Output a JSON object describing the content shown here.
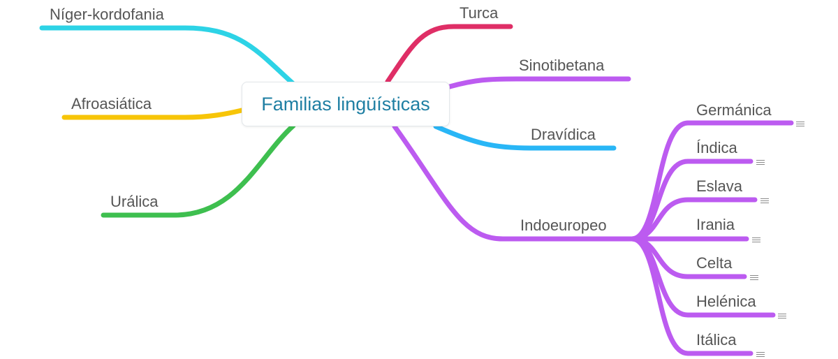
{
  "root": {
    "label": "Familias lingüísticas",
    "color": "#1f7fa3"
  },
  "branches": [
    {
      "id": "niger",
      "label": "Níger-kordofania",
      "color": "#2dd3e6"
    },
    {
      "id": "afro",
      "label": "Afroasiática",
      "color": "#f7c508"
    },
    {
      "id": "uralica",
      "label": "Urálica",
      "color": "#3ebf4f"
    },
    {
      "id": "turca",
      "label": "Turca",
      "color": "#df2e66"
    },
    {
      "id": "sino",
      "label": "Sinotibetana",
      "color": "#bc5bf0"
    },
    {
      "id": "dravidica",
      "label": "Dravídica",
      "color": "#29b6f6"
    },
    {
      "id": "indo",
      "label": "Indoeuropeo",
      "color": "#bc5bf0"
    }
  ],
  "indoeuropeo_children": [
    {
      "id": "germanica",
      "label": "Germánica",
      "has_note": true
    },
    {
      "id": "indica",
      "label": "Índica",
      "has_note": true
    },
    {
      "id": "eslava",
      "label": "Eslava",
      "has_note": true
    },
    {
      "id": "irania",
      "label": "Irania",
      "has_note": true
    },
    {
      "id": "celta",
      "label": "Celta",
      "has_note": true
    },
    {
      "id": "helenica",
      "label": "Helénica",
      "has_note": true
    },
    {
      "id": "italica",
      "label": "Itálica",
      "has_note": true
    }
  ]
}
